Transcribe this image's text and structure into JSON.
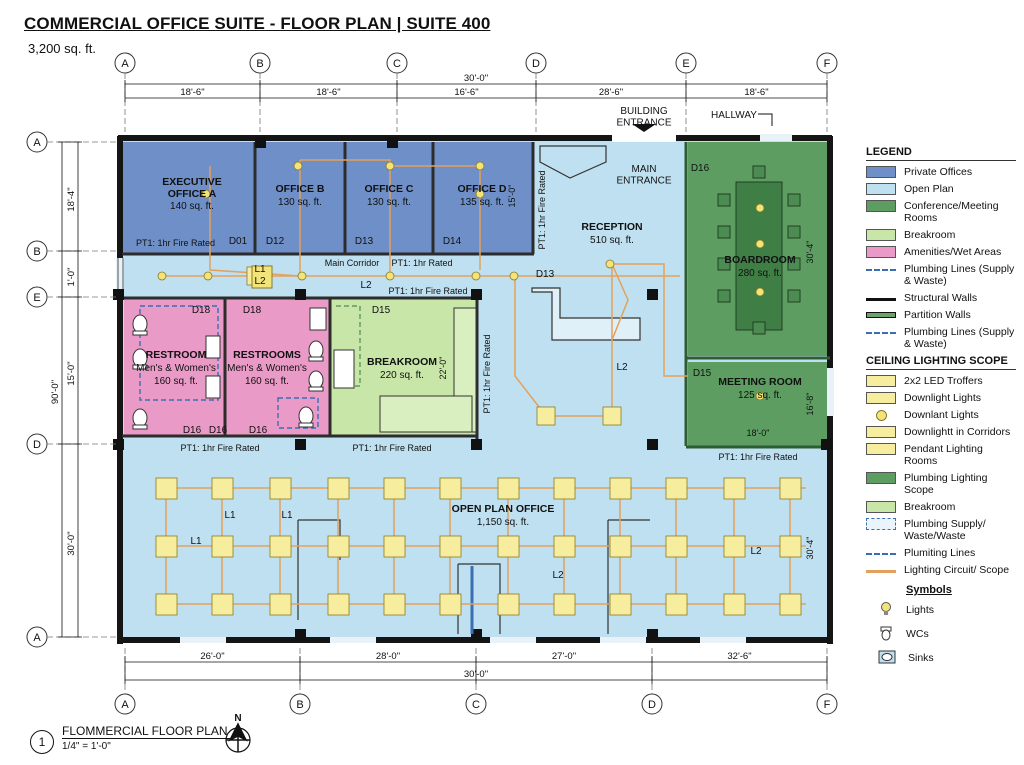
{
  "title": "COMMERCIAL OFFICE SUITE - FLOOR PLAN | SUITE 400",
  "subtitle": "3,200 sq. ft.",
  "grid": {
    "top": [
      "A",
      "B",
      "C",
      "D",
      "E",
      "F"
    ],
    "bottom": [
      "A",
      "B",
      "C",
      "D",
      "F"
    ],
    "left": [
      "A",
      "B",
      "E",
      "D",
      "A"
    ]
  },
  "dims": {
    "overall_top": "30'-0\"",
    "top": [
      "18'-6\"",
      "18'-6\"",
      "16'-6\"",
      "28'-6\"",
      "18'-6\""
    ],
    "overall_bottom": "30'-0\"",
    "bottom": [
      "26'-0\"",
      "28'-0\"",
      "27'-0\"",
      "32'-6\""
    ],
    "left_overall": "90'-0\"",
    "left": [
      "18'-4\"",
      "1'-0\"",
      "15'-0\"",
      "30'-0\""
    ]
  },
  "rooms": {
    "exec_name": "EXECUTIVE\nOFFICE A",
    "exec_area": "140 sq. ft.",
    "b_name": "OFFICE B",
    "b_area": "130 sq. ft.",
    "c_name": "OFFICE C",
    "c_area": "130 sq. ft.",
    "d_name": "OFFICE D",
    "d_area": "135 sq. ft.",
    "reception_name": "RECEPTION",
    "reception_area": "510 sq. ft.",
    "main_entrance": "MAIN\nENTRANCE",
    "building_entrance": "BUILDING\nENTRANCE",
    "hallway": "HALLWAY",
    "boardroom_name": "BOARDROOM",
    "boardroom_area": "280 sq. ft.",
    "meeting_name": "MEETING ROOM",
    "meeting_area": "125 sq. ft.",
    "rest1_name": "RESTROOM",
    "rest1_sub": "Men's & Women's",
    "rest1_area": "160 sq. ft.",
    "rest2_name": "RESTROOMS",
    "rest2_sub": "Men's & Women's",
    "rest2_area": "160 sq. ft.",
    "break_name": "BREAKROOM",
    "break_area": "220 sq. ft.",
    "open_name": "OPEN PLAN OFFICE",
    "open_area": "1,150 sq. ft."
  },
  "notes": {
    "fire_offices": "PT1: 1hr Fire Rated",
    "main_corridor": "Main Corridor",
    "fire_rated_short": "PT1: 1hr Rated",
    "fire_corridor": "PT1: 1hr Fire Rated",
    "fire_rest": "PT1: 1hr Fire Rated",
    "fire_break": "PT1: 1hr Fire Rated",
    "fire_meeting": "PT1: 1hr Fire Rated",
    "fire_vert1": "PT1: 1hr Fire Rated",
    "fire_vert2": "PT1: 1hr Fire Rated",
    "dim_d": "15'-0\"",
    "dim_break": "22'-0\"",
    "dim_board": "30'-4\"",
    "dim_meet_v": "16'-8\"",
    "dim_meet_h": "18'-0\"",
    "dim_open": "30'-4\""
  },
  "doors": [
    "D01",
    "D12",
    "D13",
    "D14",
    "D13",
    "D16",
    "D18",
    "D18",
    "D15",
    "D16",
    "D16",
    "D15"
  ],
  "circuits": [
    "L1",
    "L2",
    "L2",
    "L2",
    "L1",
    "L1",
    "L1",
    "L2",
    "L2"
  ],
  "legend": {
    "title": "LEGEND",
    "items": [
      {
        "label": "Private Offices",
        "color": "#6f8fc8",
        "kind": "fill"
      },
      {
        "label": "Open Plan",
        "color": "#bfe0f0",
        "kind": "fill"
      },
      {
        "label": "Conference/Meeting Rooms",
        "color": "#5e9d62",
        "kind": "fill"
      },
      {
        "label": "Breakroom",
        "color": "#c8e6a8",
        "kind": "fill"
      },
      {
        "label": "Amenities/Wet Areas",
        "color": "#ea9ac6",
        "kind": "fill"
      },
      {
        "label": "Plumbing Lines (Supply & Waste)",
        "color": "#3b6fb5",
        "kind": "dash"
      },
      {
        "label": "Structural Walls",
        "color": "#111111",
        "kind": "solid"
      },
      {
        "label": "Partition Walls",
        "color": "#3a7a40",
        "kind": "partition"
      },
      {
        "label": "Plumbing Lines (Supply & Waste)",
        "color": "#3b6fb5",
        "kind": "dash"
      }
    ],
    "lighting_title": "CEILING LIGHTING SCOPE",
    "lighting_items": [
      {
        "label": "2x2 LED Troffers",
        "color": "#f6ee9e",
        "kind": "fill"
      },
      {
        "label": "Downlight Lights",
        "color": "#f6ee9e",
        "kind": "fill"
      },
      {
        "label": "Downlant Lights",
        "color": "#f3e47a",
        "kind": "dot"
      },
      {
        "label": "Downlightt in Corridors",
        "color": "#f6ee9e",
        "kind": "fill"
      },
      {
        "label": "Pendant Lighting Rooms",
        "color": "#f6ee9e",
        "kind": "fill"
      },
      {
        "label": "Plumbing Lighting Scope",
        "color": "#5e9d62",
        "kind": "fill"
      },
      {
        "label": "Breakroom",
        "color": "#c8e6a8",
        "kind": "fill"
      },
      {
        "label": "Plumbing Supply/ Waste/Waste",
        "color": "#3b6fb5",
        "kind": "dashbox"
      },
      {
        "label": "Plumiting Lines",
        "color": "#3b6fb5",
        "kind": "dash"
      },
      {
        "label": "Lighting Circuit/ Scope",
        "color": "#e3a15b",
        "kind": "solid"
      }
    ],
    "symbols_title": "Symbols",
    "symbols": [
      {
        "label": "Lights",
        "icon": "bulb-icon"
      },
      {
        "label": "WCs",
        "icon": "toilet-icon"
      },
      {
        "label": "Sinks",
        "icon": "sink-icon"
      }
    ]
  },
  "footer": {
    "number": "1",
    "title": "FLOMMERCIAL FLOOR PLAN",
    "scale": "1/4\" = 1'-0\"",
    "north": "N"
  },
  "colors": {
    "office": "#6f8fc8",
    "open": "#bfe0f0",
    "conference": "#5e9d62",
    "breakroom": "#c8e6a8",
    "wet": "#ea9ac6",
    "light": "#f6ee9e",
    "circuit": "#e3a15b"
  }
}
